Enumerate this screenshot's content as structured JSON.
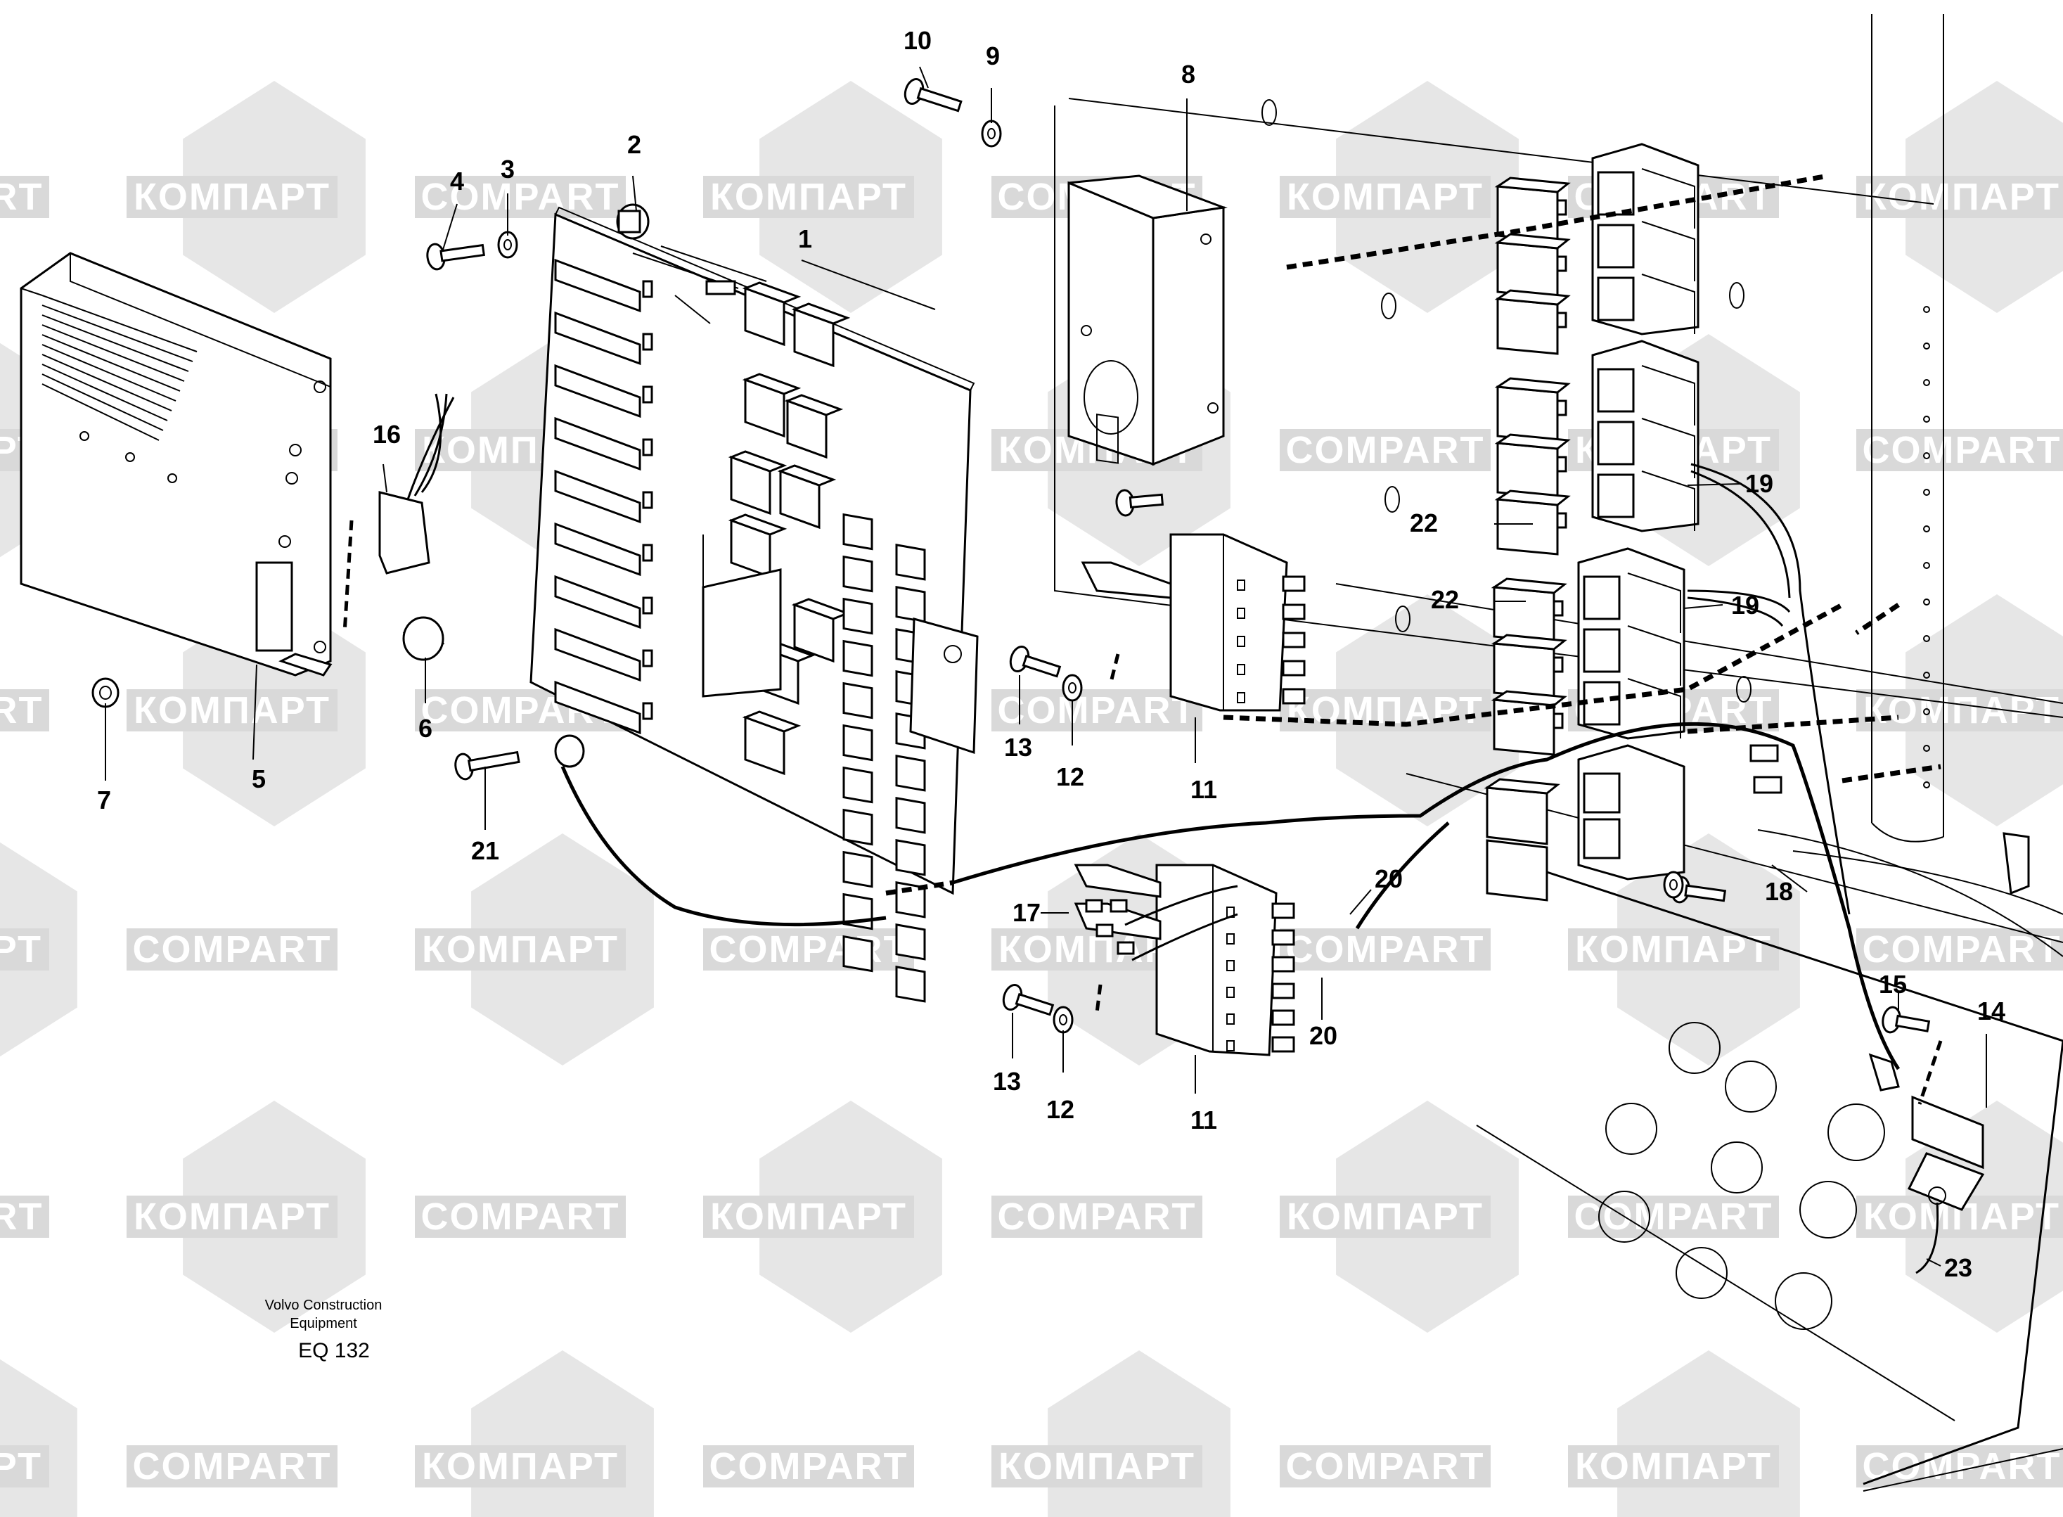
{
  "watermark": {
    "text_cyrillic": "КОМПАРТ",
    "text_latin": "COMPART",
    "hex_color": "#e6e6e6",
    "band_color": "#d9d9d9"
  },
  "caption": {
    "maker": "Volvo Construction",
    "maker_line2": "Equipment",
    "code": "EQ 132"
  },
  "callouts": [
    "1",
    "2",
    "3",
    "4",
    "5",
    "6",
    "7",
    "8",
    "9",
    "10",
    "11",
    "11",
    "12",
    "12",
    "13",
    "13",
    "14",
    "15",
    "16",
    "17",
    "18",
    "19",
    "19",
    "20",
    "20",
    "21",
    "22",
    "22",
    "23"
  ]
}
